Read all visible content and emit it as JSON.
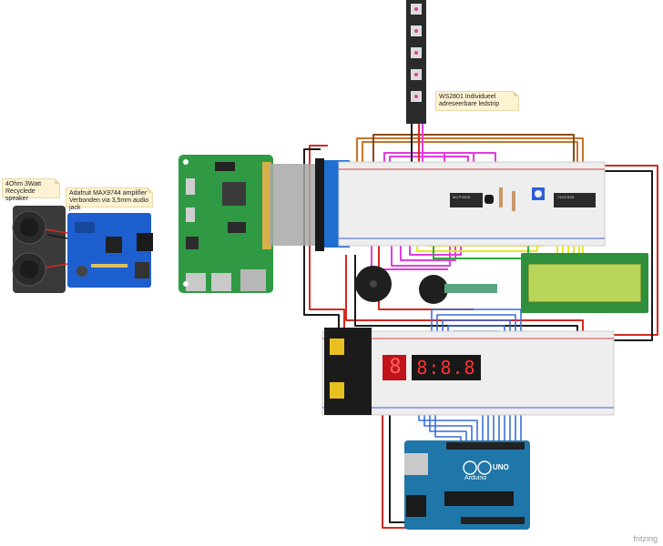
{
  "notes": {
    "speaker": "4Ohm 3Watt\nRecyclede speaker",
    "amplifier": "Adafruit MAX9744 amplifier\nVerbonden via 3,5mm audio jack",
    "ledstrip": "WS2801 Individueel\nadreseerbare ledstrip"
  },
  "chips": {
    "ic1": "MCP3008",
    "ic2": "74HC595"
  },
  "board_labels": {
    "arduino_brand": "Arduino",
    "arduino_model": "UNO"
  },
  "seven_segment": {
    "small_display": "8",
    "big_display": "8:8.8"
  },
  "watermark": "fritzing",
  "colors": {
    "wire_red": "#d42a20",
    "wire_black": "#1a1a1a",
    "wire_orange": "#c8742c",
    "wire_magenta": "#e23ce0",
    "wire_yellow": "#e8e820",
    "wire_blue": "#3a6fd8",
    "wire_green": "#2ea83a",
    "raspberry_pcb": "#2f9a43",
    "arduino_pcb": "#1f76a8",
    "amplifier_pcb": "#1e5fd0",
    "lcd_screen": "#b9d65a",
    "breadboard": "#eeeeee"
  }
}
